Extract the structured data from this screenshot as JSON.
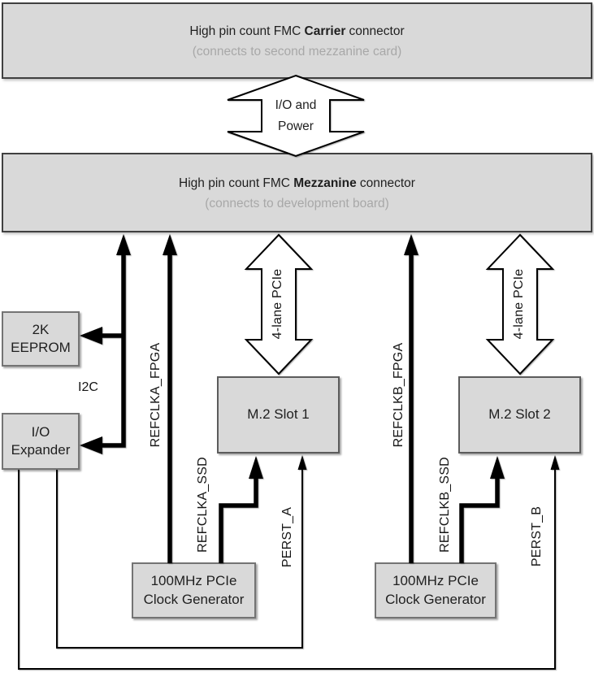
{
  "carrier_connector": {
    "title_prefix": "High pin count FMC",
    "title_bold": "Carrier",
    "title_suffix": "connector",
    "subtitle": "(connects to second mezzanine card)"
  },
  "mezzanine_connector": {
    "title_prefix": "High pin count FMC",
    "title_bold": "Mezzanine",
    "title_suffix": "connector",
    "subtitle": "(connects to development board)"
  },
  "io_power_arrow": {
    "line1": "I/O and",
    "line2": "Power"
  },
  "pcie_arrows": {
    "slot1_label": "4-lane PCIe",
    "slot2_label": "4-lane PCIe"
  },
  "blocks": {
    "eeprom": {
      "line1": "2K",
      "line2": "EEPROM"
    },
    "io_expander": {
      "line1": "I/O",
      "line2": "Expander"
    },
    "m2_slot_1": {
      "label": "M.2 Slot 1"
    },
    "m2_slot_2": {
      "label": "M.2 Slot 2"
    },
    "clock_gen_a": {
      "line1": "100MHz PCIe",
      "line2": "Clock Generator"
    },
    "clock_gen_b": {
      "line1": "100MHz PCIe",
      "line2": "Clock Generator"
    }
  },
  "signals": {
    "i2c": "I2C",
    "refclka_fpga": "REFCLKA_FPGA",
    "refclka_ssd": "REFCLKA_SSD",
    "perst_a": "PERST_A",
    "refclkb_fpga": "REFCLKB_FPGA",
    "refclkb_ssd": "REFCLKB_SSD",
    "perst_b": "PERST_B"
  },
  "colors": {
    "box_fill": "#d9d9d9",
    "connector_border": "#404040",
    "block_border": "#747474",
    "line_color": "#000000",
    "title_text": "#1f1f1f",
    "subtitle_text": "#a8a8a8",
    "background": "#ffffff"
  }
}
